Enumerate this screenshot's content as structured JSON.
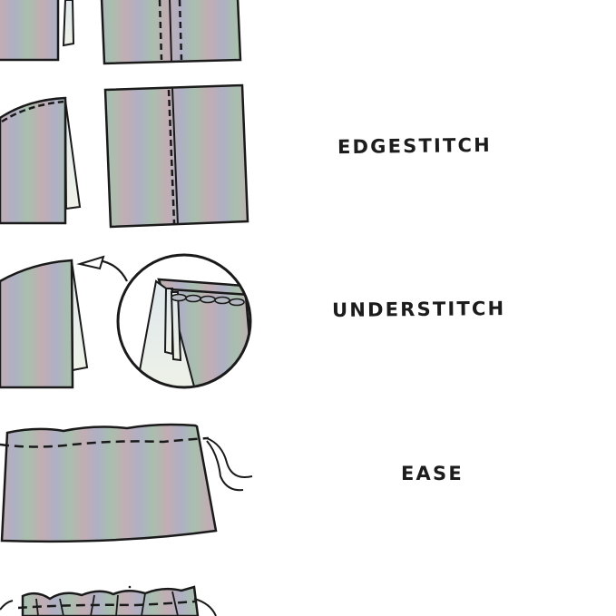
{
  "colors": {
    "fabric_a": "#b7b3bd",
    "fabric_b": "#a9bfae",
    "fabric_c": "#c2adb3",
    "lining": "#e6ecee",
    "outline": "#1a1a1a",
    "background": "#ffffff",
    "text": "#1c1c1c"
  },
  "sections": [
    {
      "id": "topstitch-partial",
      "label": "",
      "illustrations": [
        "folded-panel-partial",
        "seam-panel-double-stitch-partial"
      ]
    },
    {
      "id": "edgestitch",
      "label": "EDGESTITCH",
      "illustrations": [
        "curved-folded-panel-with-stitch",
        "seam-panel-edgestitch"
      ]
    },
    {
      "id": "understitch",
      "label": "UNDERSTITCH",
      "illustrations": [
        "curved-folded-panel",
        "arrow-callout",
        "magnified-circle-understitch"
      ]
    },
    {
      "id": "ease",
      "label": "EASE",
      "illustrations": [
        "eased-panel-with-threads"
      ]
    },
    {
      "id": "gather-partial",
      "label": "",
      "illustrations": [
        "gathered-panel-partial"
      ]
    }
  ]
}
